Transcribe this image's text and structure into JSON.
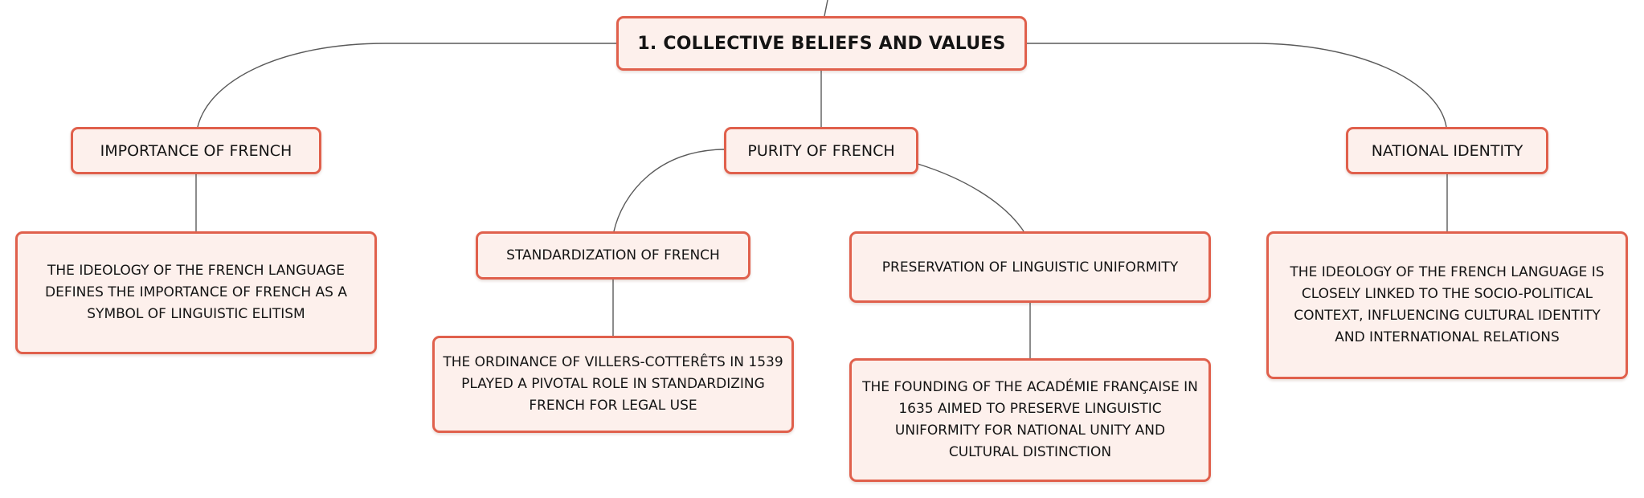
{
  "diagram": {
    "root": {
      "label": "1. COLLECTIVE BELIEFS AND VALUES"
    },
    "branches": {
      "importance": {
        "label": "IMPORTANCE OF FRENCH",
        "detail": "THE IDEOLOGY OF THE FRENCH LANGUAGE DEFINES THE IMPORTANCE OF FRENCH AS A SYMBOL OF LINGUISTIC ELITISM"
      },
      "purity": {
        "label": "PURITY OF FRENCH",
        "standardization": {
          "label": "STANDARDIZATION OF FRENCH",
          "detail": "THE ORDINANCE OF VILLERS-COTTERÊTS IN 1539 PLAYED A PIVOTAL ROLE IN STANDARDIZING FRENCH FOR LEGAL USE"
        },
        "preservation": {
          "label": "PRESERVATION OF LINGUISTIC UNIFORMITY",
          "detail": "THE FOUNDING OF THE ACADÉMIE FRANÇAISE IN 1635 AIMED TO PRESERVE LINGUISTIC UNIFORMITY FOR NATIONAL UNITY AND CULTURAL DISTINCTION"
        }
      },
      "identity": {
        "label": "NATIONAL IDENTITY",
        "detail": "THE IDEOLOGY OF THE FRENCH LANGUAGE IS CLOSELY LINKED TO THE SOCIO-POLITICAL CONTEXT, INFLUENCING CULTURAL IDENTITY AND INTERNATIONAL RELATIONS"
      }
    },
    "colors": {
      "node_fill": "#fdf0ec",
      "node_border": "#e0604c",
      "connector": "#5a5a5a",
      "text": "#141414"
    }
  }
}
